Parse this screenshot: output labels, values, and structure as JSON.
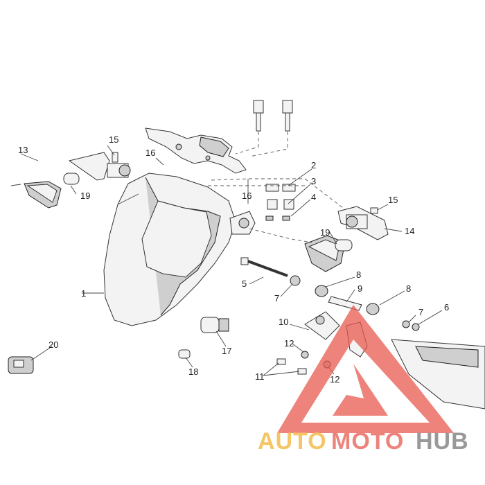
{
  "callouts": {
    "c1": "1",
    "c2": "2",
    "c3": "3",
    "c4": "4",
    "c5": "5",
    "c6": "6",
    "c7a": "7",
    "c7b": "7",
    "c8a": "8",
    "c8b": "8",
    "c9": "9",
    "c10": "10",
    "c11": "11",
    "c12a": "12",
    "c12b": "12",
    "c13": "13",
    "c14": "14",
    "c15a": "15",
    "c15b": "15",
    "c16a": "16",
    "c16b": "16",
    "c17": "17",
    "c18": "18",
    "c19a": "19",
    "c19b": "19",
    "c20": "20"
  },
  "watermark": {
    "part1": "AUTO",
    "part2": "MOTO",
    "part3": "HUB",
    "color1": "#f2b233",
    "color2": "#e85a4f",
    "color3": "#777777"
  }
}
